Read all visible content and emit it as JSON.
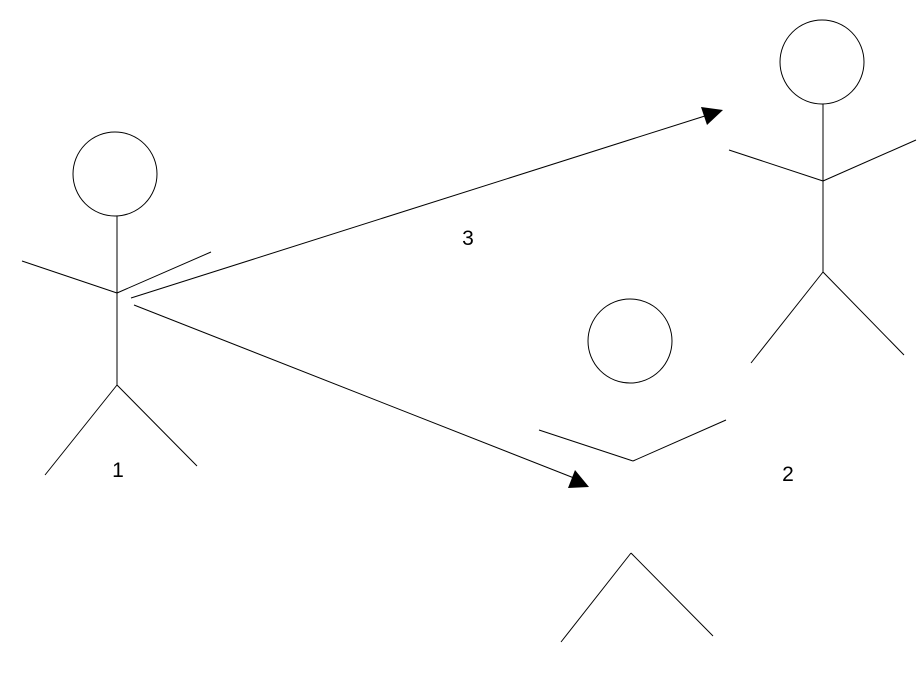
{
  "diagram": {
    "actors": [
      {
        "id": "actor-1",
        "label": "1"
      },
      {
        "id": "actor-2",
        "label": "2"
      },
      {
        "id": "actor-top-right",
        "label": ""
      }
    ],
    "connections": [
      {
        "from": "actor-1",
        "to": "actor-top-right",
        "label": "3"
      },
      {
        "from": "actor-1",
        "to": "actor-2",
        "label": ""
      }
    ],
    "colors": {
      "stroke": "#000000",
      "background": "#ffffff"
    }
  }
}
